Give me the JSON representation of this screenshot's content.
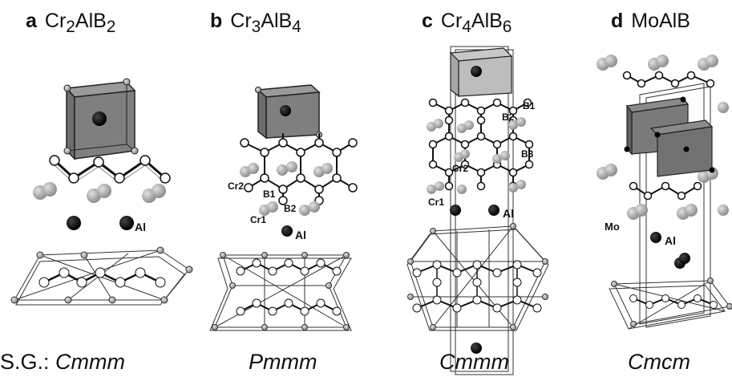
{
  "panels": [
    {
      "letter": "a",
      "formula": "Cr",
      "s1": "2",
      "mid": "AlB",
      "s2": "2",
      "space_group": "Cmmm",
      "sg_prefix": "S.G.: "
    },
    {
      "letter": "b",
      "formula": "Cr",
      "s1": "3",
      "mid": "AlB",
      "s2": "4",
      "space_group": "Pmmm",
      "sg_prefix": ""
    },
    {
      "letter": "c",
      "formula": "Cr",
      "s1": "4",
      "mid": "AlB",
      "s2": "6",
      "space_group": "Cmmm",
      "sg_prefix": ""
    },
    {
      "letter": "d",
      "formula": "MoAlB",
      "s1": "",
      "mid": "",
      "s2": "",
      "space_group": "Cmcm",
      "sg_prefix": ""
    }
  ],
  "atom_labels": {
    "al": "Al",
    "cr1": "Cr1",
    "cr2": "Cr2",
    "b1": "B1",
    "b2": "B2",
    "b3": "B3",
    "mo": "Mo"
  },
  "colors": {
    "al_atom": "#000000",
    "metal_atom": "#b8b8b8",
    "boron_atom": "#ffffff",
    "polyhedron": "#7f7f7f",
    "bond": "#111111"
  }
}
